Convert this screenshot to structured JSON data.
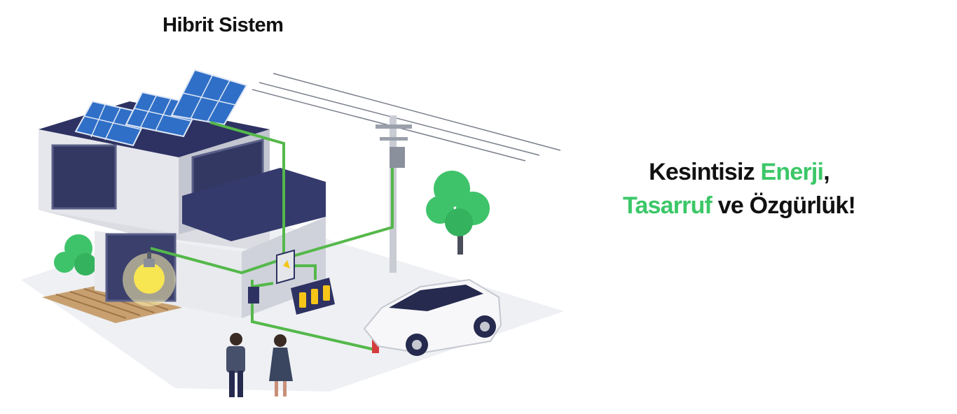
{
  "header": {
    "title": "Hibrit Sistem"
  },
  "tagline": {
    "line1_a": "Kesintisiz ",
    "line1_b": "Enerji",
    "line1_c": ",",
    "line2_a": "Tasarruf",
    "line2_b": " ve Özgürlük!"
  },
  "colors": {
    "accent_green": "#3cc768",
    "wire_green": "#54b84a",
    "house_wall": "#dcdde3",
    "roof_dark": "#2e3262",
    "panel_blue": "#2f6fc7"
  },
  "illustration": {
    "icons": [
      "solar-panel-icon",
      "power-pole-icon",
      "light-bulb-icon",
      "battery-icon",
      "inverter-icon",
      "electric-car-icon",
      "tree-icon",
      "bush-icon",
      "person-icon"
    ]
  }
}
